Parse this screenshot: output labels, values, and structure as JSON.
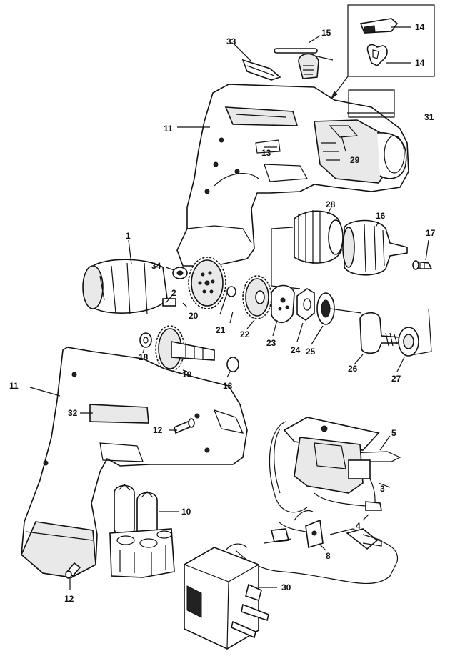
{
  "callouts": [
    {
      "id": "c33",
      "label": "33"
    },
    {
      "id": "c15",
      "label": "15"
    },
    {
      "id": "c14a",
      "label": "14"
    },
    {
      "id": "c14b",
      "label": "14"
    },
    {
      "id": "c31",
      "label": "31"
    },
    {
      "id": "c11a",
      "label": "11"
    },
    {
      "id": "c13",
      "label": "13"
    },
    {
      "id": "c29",
      "label": "29"
    },
    {
      "id": "c28",
      "label": "28"
    },
    {
      "id": "c16",
      "label": "16"
    },
    {
      "id": "c17",
      "label": "17"
    },
    {
      "id": "c1",
      "label": "1"
    },
    {
      "id": "c34",
      "label": "34"
    },
    {
      "id": "c2",
      "label": "2"
    },
    {
      "id": "c20",
      "label": "20"
    },
    {
      "id": "c21",
      "label": "21"
    },
    {
      "id": "c22",
      "label": "22"
    },
    {
      "id": "c23",
      "label": "23"
    },
    {
      "id": "c24",
      "label": "24"
    },
    {
      "id": "c25",
      "label": "25"
    },
    {
      "id": "c26",
      "label": "26"
    },
    {
      "id": "c27",
      "label": "27"
    },
    {
      "id": "c18a",
      "label": "18"
    },
    {
      "id": "c19",
      "label": "19"
    },
    {
      "id": "c18b",
      "label": "18"
    },
    {
      "id": "c11b",
      "label": "11"
    },
    {
      "id": "c32",
      "label": "32"
    },
    {
      "id": "c12a",
      "label": "12"
    },
    {
      "id": "c5",
      "label": "5"
    },
    {
      "id": "c3",
      "label": "3"
    },
    {
      "id": "c10",
      "label": "10"
    },
    {
      "id": "c4",
      "label": "4"
    },
    {
      "id": "c8",
      "label": "8"
    },
    {
      "id": "c30",
      "label": "30"
    },
    {
      "id": "c12b",
      "label": "12"
    }
  ],
  "colors": {
    "ink": "#111111",
    "paper": "#ffffff",
    "shade": "#e9e9e9"
  }
}
